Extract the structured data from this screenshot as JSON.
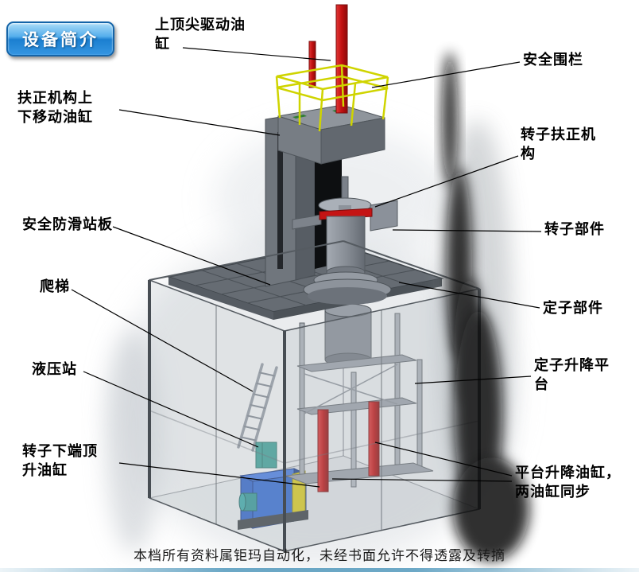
{
  "badge": {
    "label": "设备简介"
  },
  "labels": {
    "top_drive": {
      "text": "上顶尖驱动油\n缸"
    },
    "safety_fence": {
      "text": "安全围栏"
    },
    "centering_cyl": {
      "text": "扶正机构上\n下移动油缸"
    },
    "rotor_centering": {
      "text": "转子扶正机\n构"
    },
    "anti_slip": {
      "text": "安全防滑站板"
    },
    "rotor_part": {
      "text": "转子部件"
    },
    "ladder": {
      "text": "爬梯"
    },
    "stator_part": {
      "text": "定子部件"
    },
    "hydraulic": {
      "text": "液压站"
    },
    "stator_lift": {
      "text": "定子升降平\n台"
    },
    "rotor_bottom": {
      "text": "转子下端顶\n升油缸"
    },
    "platform_lift": {
      "text": "平台升降油缸，\n两油缸同步"
    }
  },
  "footer": {
    "text": "本档所有资料属钜玛自动化，未经书面允许不得透露及转摘"
  },
  "colors": {
    "badge_blue": "#2f93e0",
    "cylinder_red": "#c41414",
    "railing_yellow": "#d4d400",
    "hydraulic_blue": "#2b5fc4",
    "pad_green": "#2f7d35",
    "frame_gray": "#6d737a"
  }
}
